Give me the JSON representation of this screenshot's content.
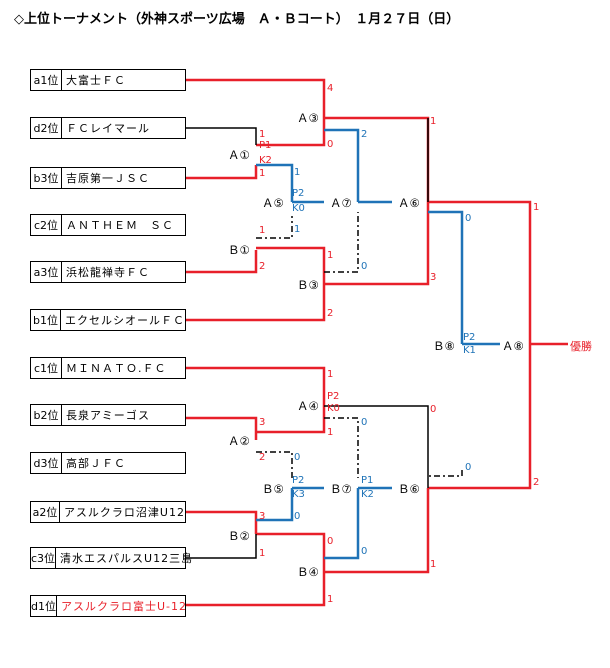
{
  "title": "◇上位トーナメント（外神スポーツ広場　Ａ・Ｂコート）　１月２７日（日）",
  "teams": [
    {
      "rank": "a1位",
      "name": "大富士ＦＣ",
      "color": "#000000"
    },
    {
      "rank": "d2位",
      "name": "ＦＣレイマール",
      "color": "#000000"
    },
    {
      "rank": "b3位",
      "name": "吉原第一ＪＳＣ",
      "color": "#000000"
    },
    {
      "rank": "c2位",
      "name": "ＡＮＴＨＥＭ　ＳＣ",
      "color": "#000000"
    },
    {
      "rank": "a3位",
      "name": "浜松龍禅寺ＦＣ",
      "color": "#000000"
    },
    {
      "rank": "b1位",
      "name": "エクセルシオールＦＣ",
      "color": "#000000"
    },
    {
      "rank": "c1位",
      "name": "ＭＩＮＡＴＯ.ＦＣ",
      "color": "#000000"
    },
    {
      "rank": "b2位",
      "name": "長泉アミーゴス",
      "color": "#000000"
    },
    {
      "rank": "d3位",
      "name": "高部ＪＦＣ",
      "color": "#000000"
    },
    {
      "rank": "a2位",
      "name": "アスルクラロ沼津U12",
      "color": "#000000"
    },
    {
      "rank": "c3位",
      "name": "清水エスパルスU12三島",
      "color": "#000000"
    },
    {
      "rank": "d1位",
      "name": "アスルクラロ富士U-12",
      "color": "#e8202a"
    }
  ],
  "matches": {
    "A1": "Ａ①",
    "B1": "Ｂ①",
    "A2": "Ａ②",
    "B2": "Ｂ②",
    "A3": "Ａ③",
    "B3": "Ｂ③",
    "A4": "Ａ④",
    "B4": "Ｂ④",
    "A5": "Ａ⑤",
    "B5": "Ｂ⑤",
    "A6": "Ａ⑥",
    "B6": "Ｂ⑥",
    "A7": "Ａ⑦",
    "B7": "Ｂ⑦",
    "A8": "Ａ⑧",
    "B8": "Ｂ⑧"
  },
  "scores": {
    "a1": "4",
    "a3_in": "0",
    "d2": "1",
    "pk1": "P1",
    "b3_pk": "K2",
    "b3": "1",
    "a5_top": "1",
    "a5_p": "P2",
    "a5_k": "K0",
    "a5_bot": "1",
    "c2": "1",
    "a3b": "2",
    "b3_top": "1",
    "b3_mid": "0",
    "b1": "2",
    "a3_to6": "2",
    "a6_top": "1",
    "b3_to6": "3",
    "c1": "1",
    "a4_p": "P2",
    "a4_k": "K0",
    "a4_bot": "1",
    "b2": "3",
    "d3": "2",
    "a4_in": "0",
    "b5_top": "0",
    "b5_p": "P2",
    "b5_k": "K3",
    "b5_bot": "0",
    "a2": "3",
    "c3": "1",
    "b7_p": "P1",
    "b7_k": "K2",
    "b7_top": "0",
    "b7_bot": "0",
    "a4_to6": "0",
    "b4_in": "0",
    "d1": "1",
    "b4_to6": "1",
    "a6_to8": "0",
    "b6_to8": "0",
    "b8_p": "P2",
    "b8_k": "K1",
    "a8_top": "1",
    "a8_bot": "2"
  },
  "winner_label": "優勝",
  "colors": {
    "win": "#e8202a",
    "blue": "#1f73b7",
    "lose": "#000000"
  }
}
